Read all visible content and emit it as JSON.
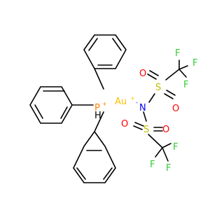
{
  "colors": {
    "bond": "#000000",
    "phosphorus": "#FF8000",
    "hydrogen": "#000000",
    "gold": "#FFC000",
    "nitrogen": "#0000FF",
    "sulfur": "#C0C000",
    "oxygen": "#FF0000",
    "fluorine": "#33CC33"
  },
  "atoms": {
    "p": "P",
    "p_charge": "+",
    "h": "H",
    "au": "Au",
    "au_charge": "+",
    "n": "N",
    "n_charge": "-",
    "s1": "S",
    "s2": "S",
    "o1": "O",
    "o2": "O",
    "o3": "O",
    "o4": "O",
    "f1": "F",
    "f2": "F",
    "f3": "F",
    "f4": "F",
    "f5": "F",
    "f6": "F"
  }
}
